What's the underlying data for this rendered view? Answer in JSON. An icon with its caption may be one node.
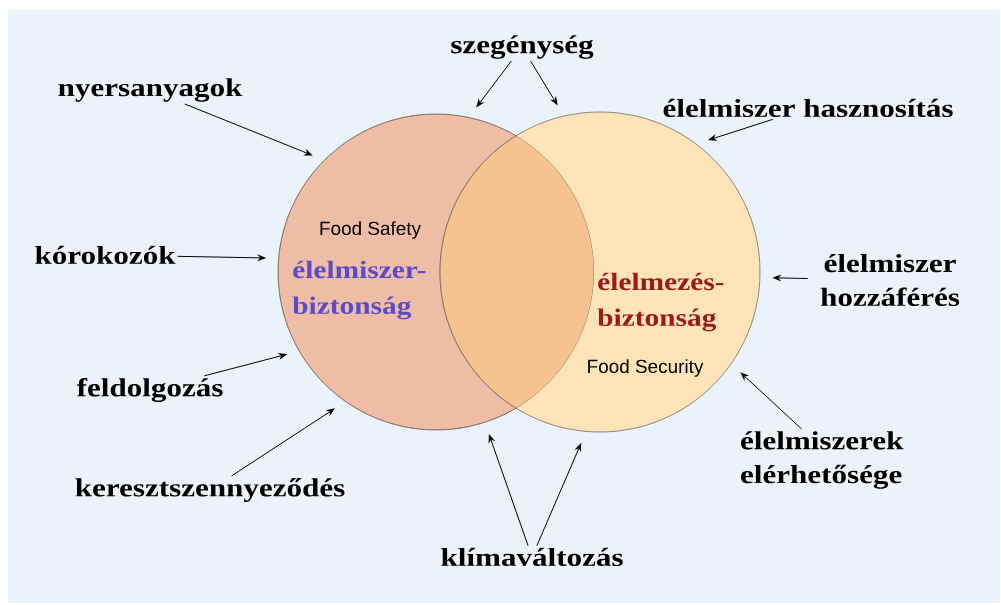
{
  "diagram": {
    "nodes": [
      {
        "text": [
          "szegénység"
        ]
      },
      {
        "text": [
          "nyersanyagok"
        ]
      },
      {
        "text": [
          "élelmiszer hasznosítás"
        ]
      },
      {
        "text": [
          "Food Safety",
          "élelmiszer-biztonság"
        ]
      },
      {
        "text": [
          "élelmezés-biztonság",
          "Food Security"
        ]
      },
      {
        "text": [
          "kórokozók"
        ]
      },
      {
        "text": [
          "élelmiszer hozzáférés"
        ]
      },
      {
        "text": [
          "feldolgozás"
        ]
      },
      {
        "text": [
          "élelmiszerek elérhetősége"
        ]
      },
      {
        "text": [
          "keresztszennyeződés"
        ]
      },
      {
        "text": [
          "klímaváltozás"
        ]
      }
    ],
    "edges": [
      {
        "from": 0,
        "to": 3,
        "arrow": "to"
      },
      {
        "from": 0,
        "to": 4,
        "arrow": "to"
      },
      {
        "from": 2,
        "to": 4,
        "arrow": "to"
      },
      {
        "from": 1,
        "to": 3,
        "arrow": "to"
      },
      {
        "from": 5,
        "to": 3,
        "arrow": "to"
      },
      {
        "from": 6,
        "to": 4,
        "arrow": "to"
      },
      {
        "from": 7,
        "to": 3,
        "arrow": "to"
      },
      {
        "from": 8,
        "to": 4,
        "arrow": "to"
      },
      {
        "from": 9,
        "to": 3,
        "arrow": "to"
      },
      {
        "from": 10,
        "to": 3,
        "arrow": "to"
      },
      {
        "from": 10,
        "to": 4,
        "arrow": "to"
      }
    ]
  }
}
